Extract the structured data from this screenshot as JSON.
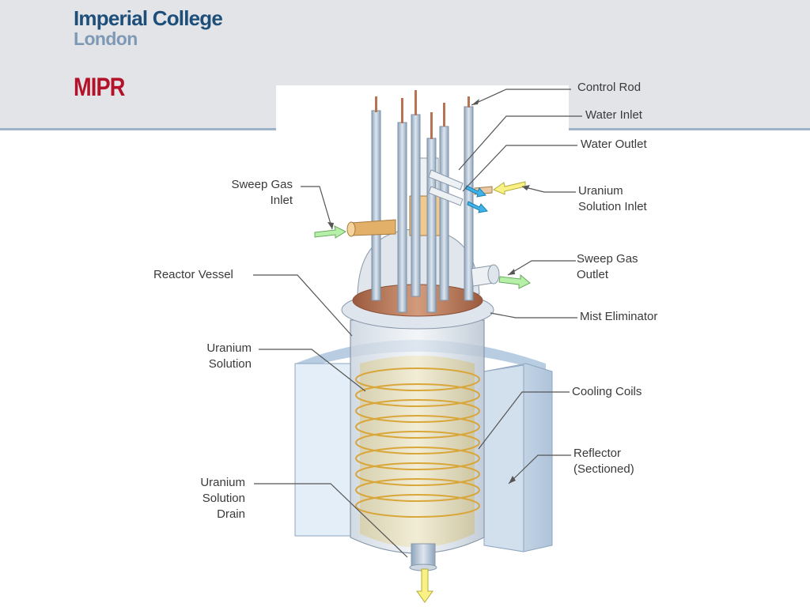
{
  "header": {
    "logo_line1": "Imperial College",
    "logo_line2": "London",
    "title": "MIPR"
  },
  "labels": {
    "control_rod": "Control Rod",
    "water_inlet": "Water Inlet",
    "water_outlet": "Water Outlet",
    "uranium_solution_inlet": "Uranium\nSolution Inlet",
    "sweep_gas_inlet": "Sweep Gas\nInlet",
    "sweep_gas_outlet": "Sweep Gas\nOutlet",
    "reactor_vessel": "Reactor Vessel",
    "mist_eliminator": "Mist Eliminator",
    "uranium_solution": "Uranium\nSolution",
    "cooling_coils": "Cooling Coils",
    "reflector": "Reflector\n(Sectioned)",
    "uranium_solution_drain": "Uranium\nSolution\nDrain"
  },
  "colors": {
    "title_red": "#b4122a",
    "logo_blue": "#1d4f7a",
    "logo_light_blue": "#7d99b5",
    "copper": "#b87352",
    "coil_gold": "#d9a63a",
    "reflector_blue": "#c7d8ea"
  }
}
